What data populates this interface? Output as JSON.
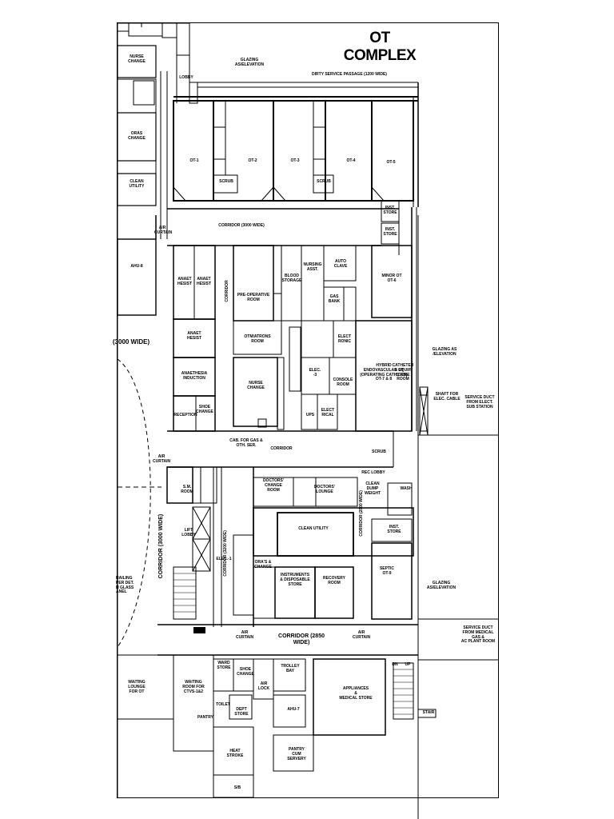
{
  "title": "OT COMPLEX",
  "labels": {
    "glazing_top": "GLAZING\nAS/ELEVATION",
    "dirty_passage": "DIRTY SERVICE PASSAGE (1200 WIDE)",
    "lobby": "LOBBY",
    "nurse_change_top": "NURSE\nCHANGE",
    "oras_change": "ORAS\nCHANGE",
    "clean_utility_left": "CLEAN\nUTILITY",
    "ahu8": "AHU-8",
    "air_curtain_1": "AIR\nCURTAIN",
    "ot1": "OT-1",
    "ot2": "OT-2",
    "ot3": "OT-3",
    "ot4": "OT-4",
    "ot5": "OT-5",
    "scrub1": "SCRUB",
    "scrub2": "SCRUB",
    "inst_store_1": "INST.\nSTORE",
    "inst_store_2": "INST.\nSTORE",
    "corridor_3000": "CORRIDOR (3000 WIDE)",
    "anaesthesia_1": "ANAET\nHESIST",
    "anaesthesia_2": "ANAET\nHESIST",
    "pre_op": "PRE-OPERATIVE\nROOM",
    "blood_storage": "BLOOD\nSTORAGE",
    "nursing_asst": "NURSING\nASST.",
    "auto_clave": "AUTO\nCLAVE",
    "gas_bank": "GAS\nBANK",
    "minor_ot": "MINOR OT\nOT-6",
    "corridor_v1": "CORRIDOR",
    "anaesthesia_3": "ANAET\nHESIST",
    "otm_room": "OTM/ATRONS\nROOM",
    "elect_ronic": "ELECT\nRONIC",
    "corridor_3000_left": "(3000 WIDE)",
    "glazing_right": "GLAZING AS\n/ELEVATION",
    "anaesthesia_induction": "ANAETHESIA\nINDUCTION",
    "nurse_change_mid": "NURSE\nCHANGE",
    "elec_3": "ELEC.\n-3",
    "console_room": "CONSOLE\nROOM",
    "hybrid": "HYBRID\nENDOVASCULAR OT\n(OPERATING CATH LAB)\nOT-7 & 8",
    "catheter_store": "CATHETER\n& EQUIP.\nSTORE\nROOM",
    "shaft": "SHAFT FOR\nELEC. CABLE",
    "service_duct_1": "SERVICE DUCT\nFROM ELECT.\nSUB STATION",
    "reception": "RECEPTION",
    "shoe_change_1": "SHOE\nCHANGE",
    "ups": "UPS",
    "electrical": "ELECT\nRICAL",
    "cab_gas": "CAB. FOR GAS &\nOTH. SER.",
    "corridor_mid": "CORRIDOR",
    "scrub3": "SCRUB",
    "air_curtain_2": "AIR\nCURTAIN",
    "sm_room": "S.M.\nROOM",
    "doctors_change": "DOCTORS'\nCHANGE\nROOM",
    "doctors_lounge": "DOCTORS'\nLOUNGE",
    "rec_lobby": "REC LOBBY",
    "clean_dump": "CLEAN\nDUMP\nWEIGHT",
    "wash": "WASH",
    "lift_lobby": "LIFT\nLOBBY",
    "elec_1": "ELEC.-1",
    "corridor_3000_vert": "CORRIDOR (3000 WIDE)",
    "corridor_3200_vert": "CORRIDOR (3200 WIDE)",
    "corridor_2500_vert": "CORRIDOR (2500 WIDE)",
    "oras_change_2": "ORA'S &\nCHANGE",
    "clean_utility": "CLEAN UTILITY",
    "inst_store_3": "INST.\nSTORE",
    "septic_ot": "SEPTIC\nOT-9",
    "glazing_right_2": "GLAZING\nAS/ELEVATION",
    "instruments_store": "INSTRUMENTS\n& DISPOSABLE\nSTORE",
    "recovery": "RECOVERY\nROOM",
    "railing": "RAILING\nPER DET.\nH GLASS\nANEL",
    "corridor_2850": "CORRIDOR (2850 WIDE)",
    "air_curtain_3": "AIR\nCURTAIN",
    "air_curtain_4": "AIR\nCURTAIN",
    "service_duct_2": "SERVICE DUCT\nFROM MEDICAL\nGAS &\nAC PLANT ROOM",
    "waiting_lounge": "WAITING\nLOUNGE\nFOR OT",
    "waiting_room": "WAITING\nROOM FOR\nCTVS-1&2",
    "ward_store": "WARD\nSTORE",
    "shoe_change_2": "SHOE\nCHANGE",
    "trolley_bay": "TROLLEY\nBAY",
    "air_lock": "AIR\nLOCK",
    "appliances_store": "APPLIANCES\n&\nMEDICAL STORE",
    "toilet": "TOILET",
    "dept_store": "DEPT\nSTORE",
    "ahu7": "AHU-7",
    "pantry": "PANTRY",
    "heat_stroke": "HEAT\nSTROKE",
    "pantry_cum_servery": "PANTRY\nCUM\nSERVERY",
    "stair": "STAIR",
    "dn": "DN",
    "up": "UP",
    "sb": "S/B"
  }
}
